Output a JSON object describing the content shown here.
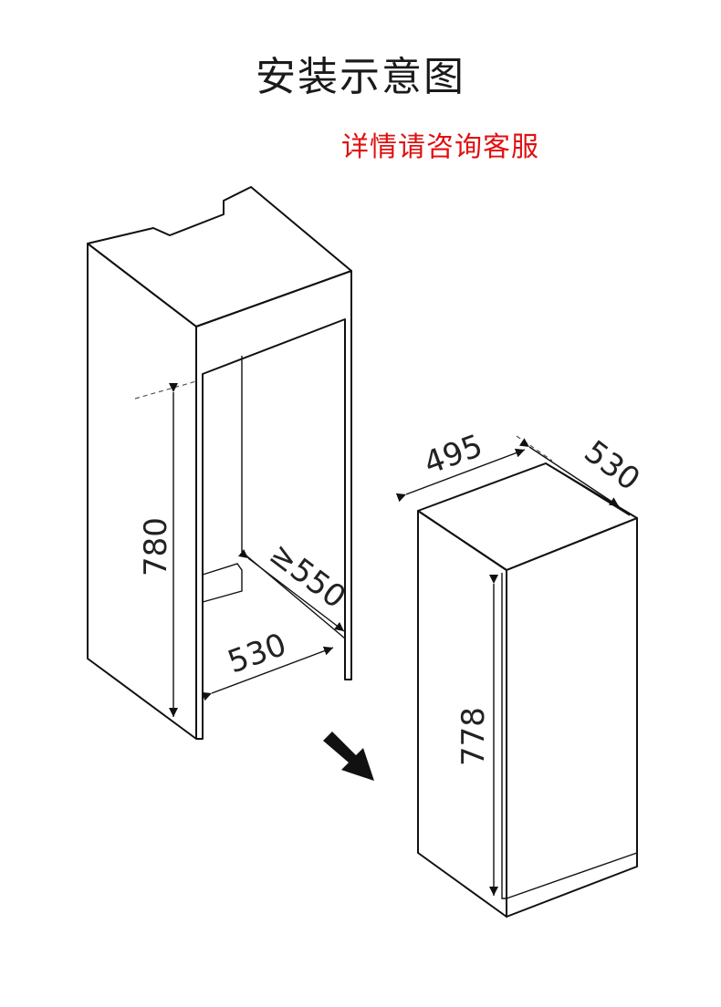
{
  "title": "安装示意图",
  "subtitle": "详情请咨询客服",
  "cabinet": {
    "height_label": "780",
    "width_label": "530",
    "depth_label": "≥550"
  },
  "appliance": {
    "width_label": "495",
    "depth_label": "530",
    "height_label": "778"
  },
  "colors": {
    "subtitle": "#e01010",
    "line": "#111111"
  },
  "icons": {
    "direction": "arrow-down-right-icon"
  }
}
